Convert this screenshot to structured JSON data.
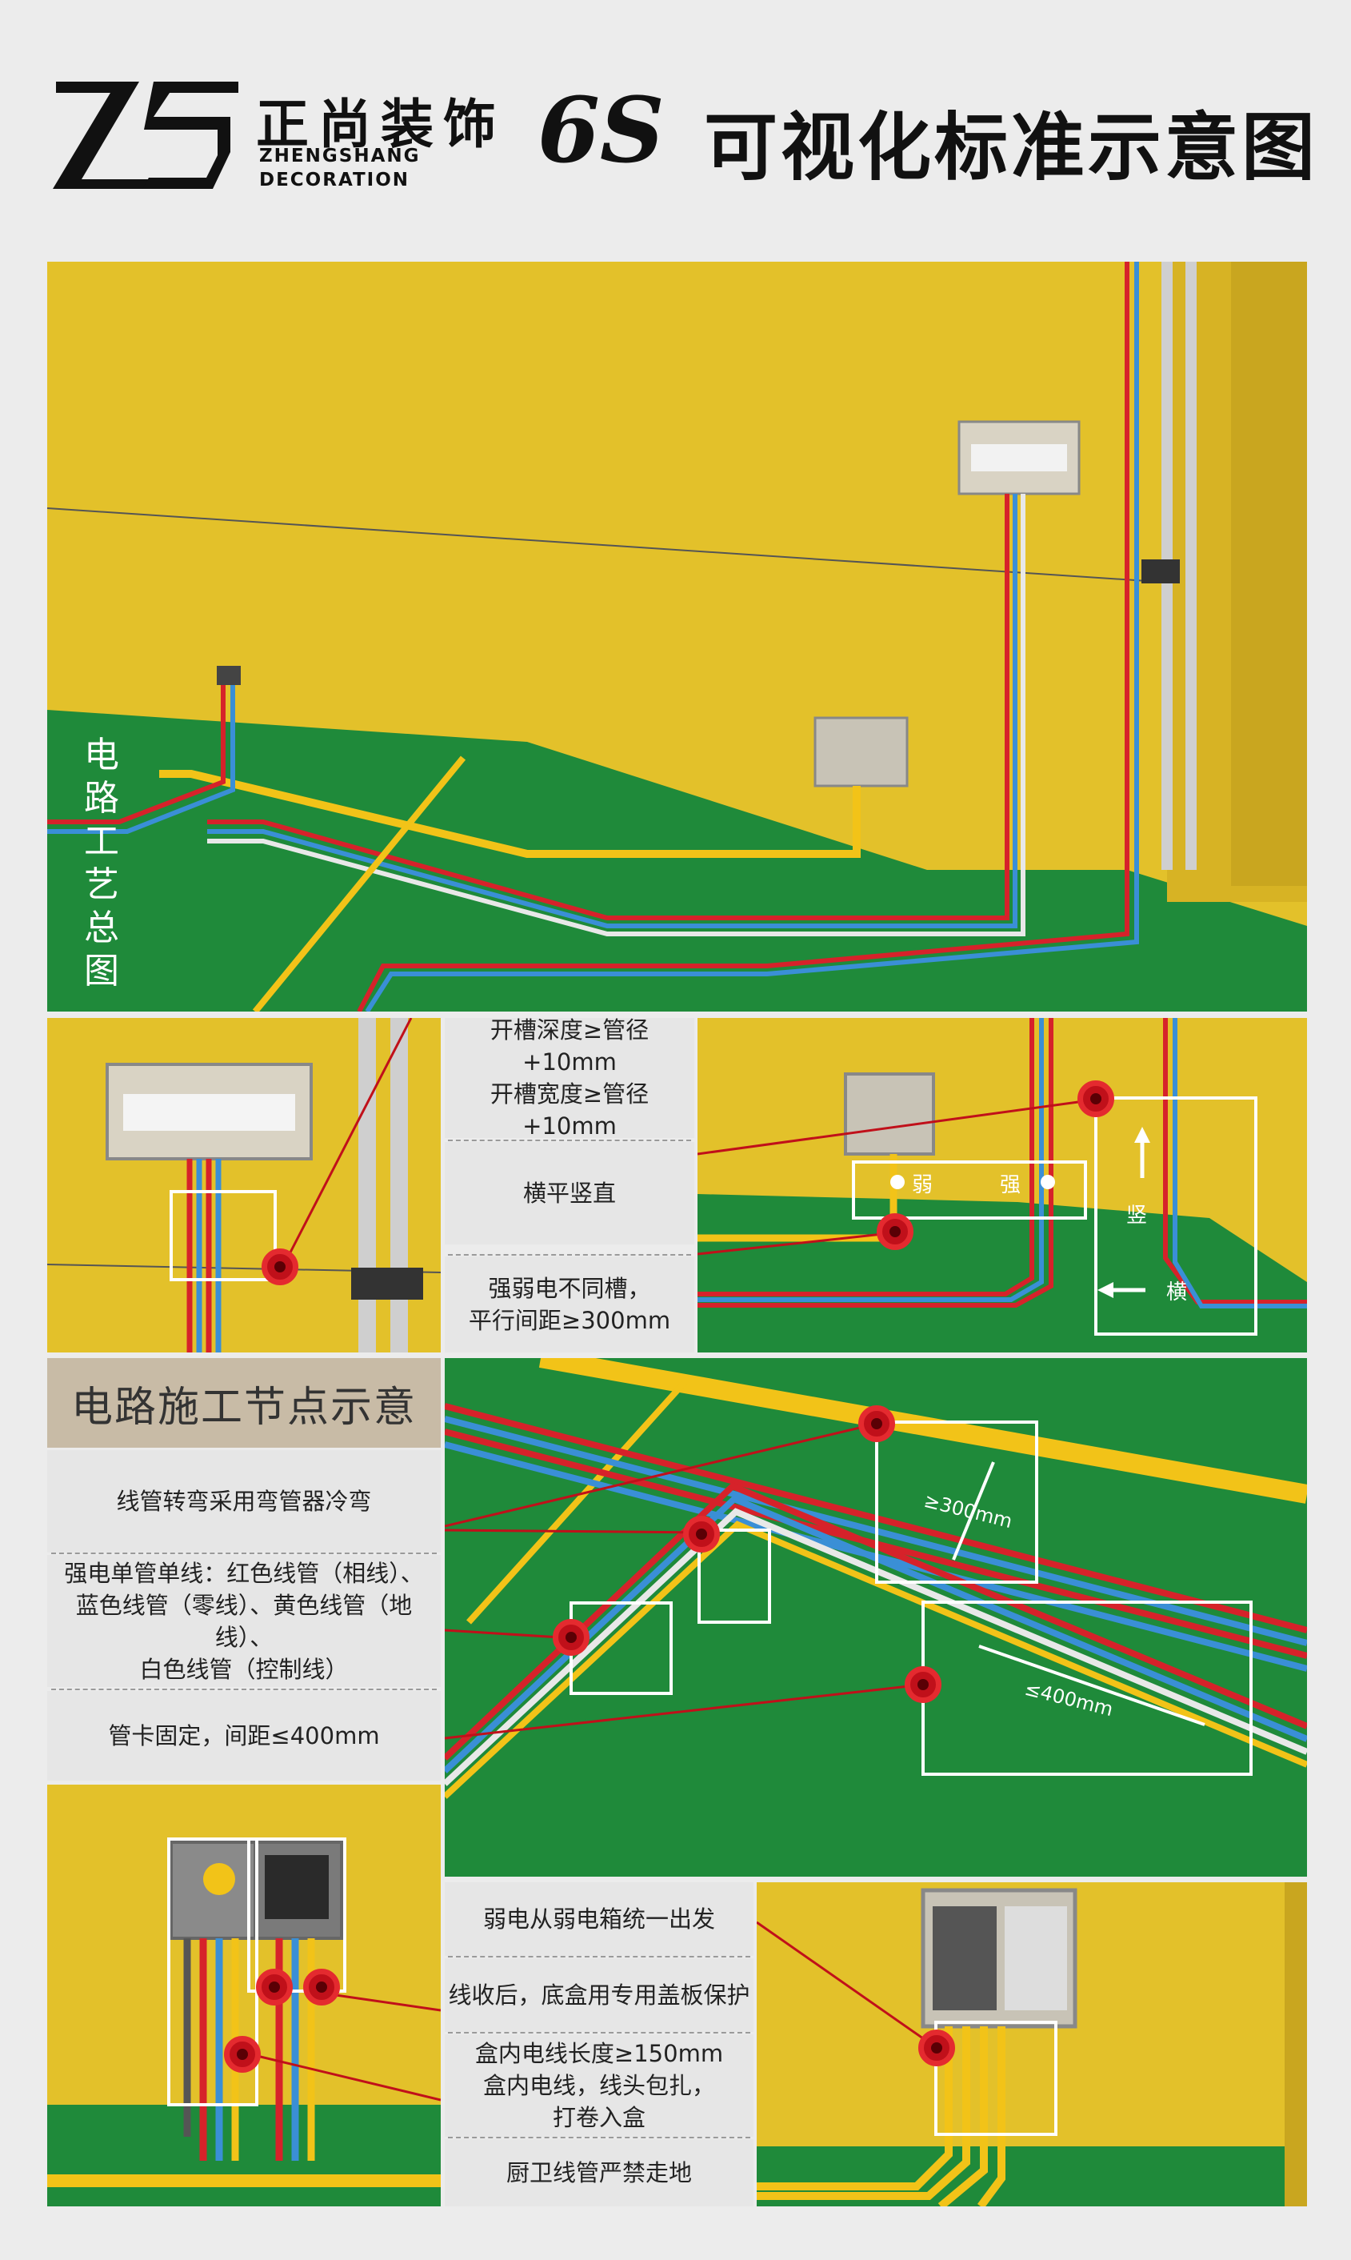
{
  "header": {
    "brand_cn": "正尚装饰",
    "brand_en_line1": "ZHENGSHANG",
    "brand_en_line2": "DECORATION",
    "badge": "6S",
    "title": "可视化标准示意图"
  },
  "overview": {
    "vertical_label": "电路工艺总图"
  },
  "notes_group1": {
    "item1_line1": "开槽深度≥管径+10mm",
    "item1_line2": "开槽宽度≥管径+10mm",
    "item2": "横平竖直",
    "item3_line1": "强弱电不同槽，",
    "item3_line2": "平行间距≥300mm"
  },
  "detail_right_top": {
    "weak": "弱",
    "strong": "强",
    "vertical": "竖",
    "horizontal": "横"
  },
  "nodes_section": {
    "heading": "电路施工节点示意",
    "item1": "线管转弯采用弯管器冷弯",
    "item2_line1": "强电单管单线：红色线管（相线）、",
    "item2_line2": "蓝色线管（零线）、黄色线管（地线）、",
    "item2_line3": "白色线管（控制线）",
    "item3": "管卡固定，间距≤400mm"
  },
  "floor_detail": {
    "dim300": "≥300mm",
    "dim400": "≤400mm"
  },
  "notes_group2": {
    "item1": "弱电从弱电箱统一出发",
    "item2": "线收后，底盒用专用盖板保护",
    "item3_line1": "盒内电线长度≥150mm",
    "item3_line2": "盒内电线，线头包扎，",
    "item3_line3": "打卷入盒",
    "item4": "厨卫线管严禁走地"
  },
  "colors": {
    "wall": "#e3c12a",
    "floor": "#1f8a3a",
    "red": "#d6222a",
    "blue": "#3a8fd6",
    "yellow_pipe": "#f2c318",
    "marker": "#c0101a"
  }
}
